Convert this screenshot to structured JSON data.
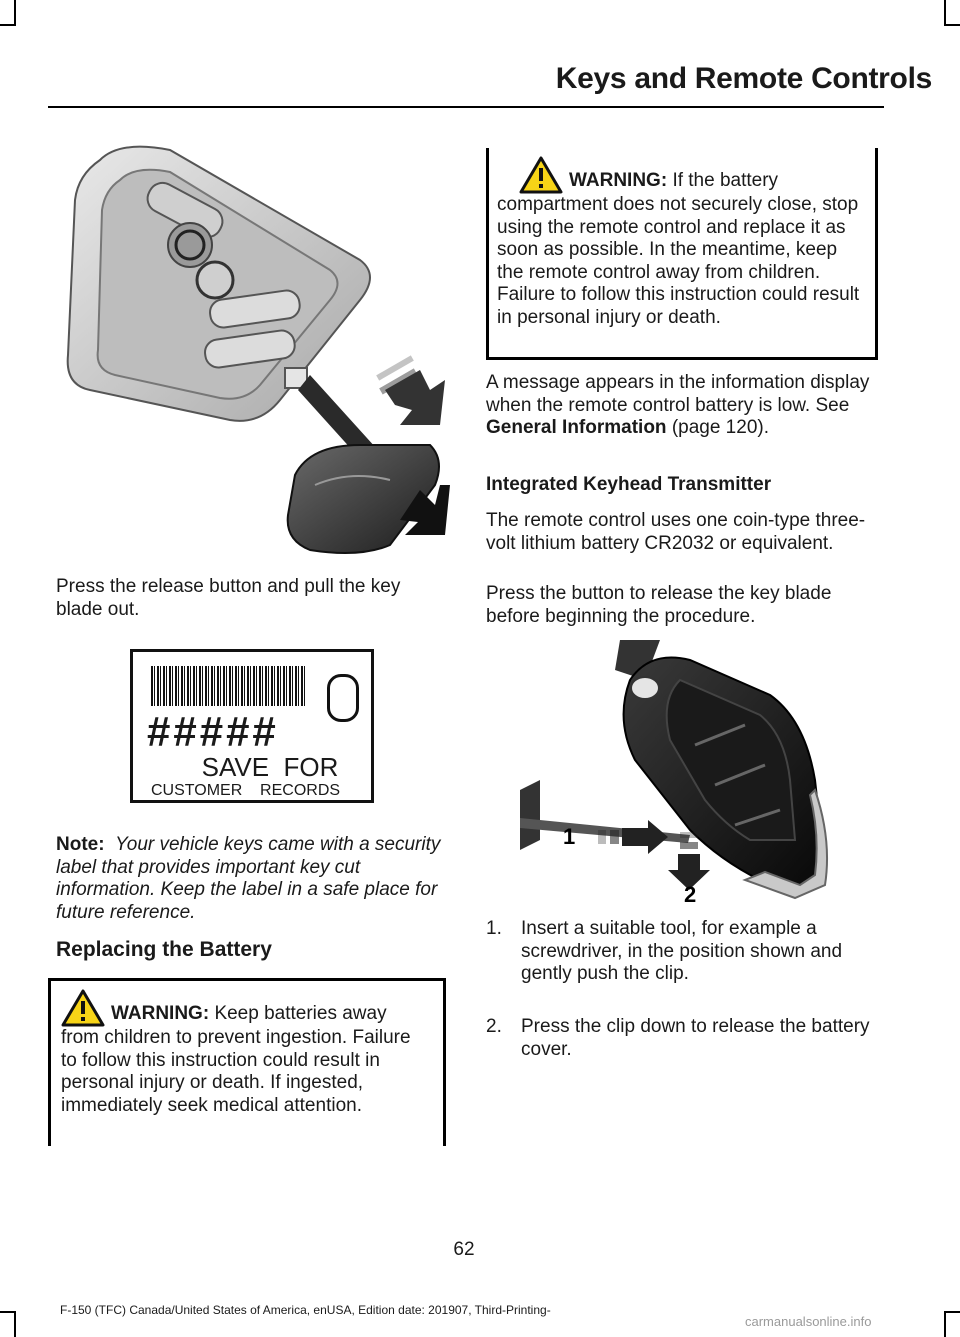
{
  "header": {
    "title": "Keys and Remote Controls"
  },
  "left": {
    "caption": "Press the release button and pull the key blade out.",
    "label": {
      "hashes": "#####",
      "line1": "SAVE  FOR",
      "line2": "CUSTOMER    RECORDS"
    },
    "note_prefix": "Note:",
    "note_text": "Your vehicle keys came with a security label that provides important key cut information.  Keep the label in a safe place for future reference.",
    "section_title": "Replacing the Battery",
    "warning_prefix": "WARNING:",
    "warning_text": "Keep batteries away from children to prevent ingestion. Failure to follow this instruction could result in personal injury or death. If ingested, immediately seek medical attention."
  },
  "right": {
    "warning_prefix": "WARNING:",
    "warning_text": "If the battery compartment does not securely close, stop using the remote control and replace it as soon as possible. In the meantime, keep the remote control away from children. Failure to follow this instruction could result in personal injury or death.",
    "msg_text": "A message appears in the information display when the remote control battery is low.  See",
    "msg_link": "General Information",
    "msg_ref": "(page 120).",
    "subhead": "Integrated Keyhead Transmitter",
    "para1": "The remote control uses one coin-type three-volt lithium battery CR2032 or equivalent.",
    "para2": "Press the button to release the key blade before beginning the procedure.",
    "figure_labels": {
      "one": "1",
      "two": "2"
    },
    "steps": [
      {
        "num": "1.",
        "text": "Insert a suitable tool, for example a screwdriver, in the position shown and gently push the clip."
      },
      {
        "num": "2.",
        "text": "Press the clip down to release the battery cover."
      }
    ]
  },
  "footer": {
    "page_number": "62",
    "edition": "F-150 (TFC) Canada/United States of America, enUSA, Edition date: 201907, Third-Printing-",
    "watermark": "carmanualsonline.info"
  }
}
